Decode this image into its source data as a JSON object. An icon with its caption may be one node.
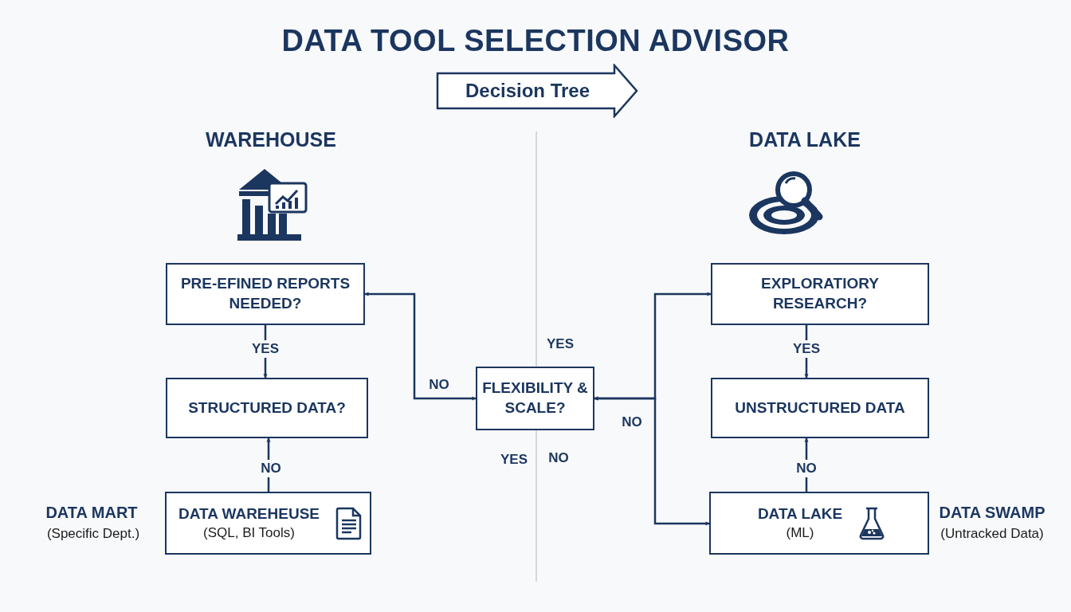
{
  "diagram": {
    "title": "DATA TOOL SELECTION ADVISOR",
    "nodes": [
      {
        "text": [
          "Decision Tree"
        ]
      },
      {
        "text": [
          "PRE-EFINED REPORTS NEEDED?"
        ]
      },
      {
        "text": [
          "STRUCTURED DATA?"
        ]
      },
      {
        "text": [
          "DATA WAREHEUSE",
          "(SQL, BI Tools)"
        ],
        "beside": [
          "DATA MART",
          "(Specific Dept.)"
        ]
      },
      {
        "text": [
          "FLEXIBILITY & SCALE?"
        ]
      },
      {
        "text": [
          "EXPLORATIORY RESEARCH?"
        ]
      },
      {
        "text": [
          "UNSTRUCTURED DATA"
        ]
      },
      {
        "text": [
          "DATA LAKE",
          "(ML)"
        ],
        "beside": [
          "DATA SWAMP",
          "(Untracked Data)"
        ]
      }
    ],
    "edges": [
      {
        "from": 1,
        "to": 4,
        "arrow": "both",
        "label": "NO"
      },
      {
        "from": 1,
        "to": 2,
        "arrow": "to",
        "label": "YES"
      },
      {
        "from": 3,
        "to": 2,
        "arrow": "to",
        "label": "NO"
      },
      {
        "from": 4,
        "to": 5,
        "arrow": "both"
      },
      {
        "from": 4,
        "to": 7,
        "arrow": "both",
        "label": "NO"
      },
      {
        "from": 5,
        "to": 6,
        "arrow": "to",
        "label": "YES"
      },
      {
        "from": 7,
        "to": 6,
        "arrow": "to",
        "label": "NO"
      }
    ],
    "labels": [
      "WAREHOUSE",
      "DATA LAKE",
      "YES",
      "YES",
      "NO"
    ]
  }
}
